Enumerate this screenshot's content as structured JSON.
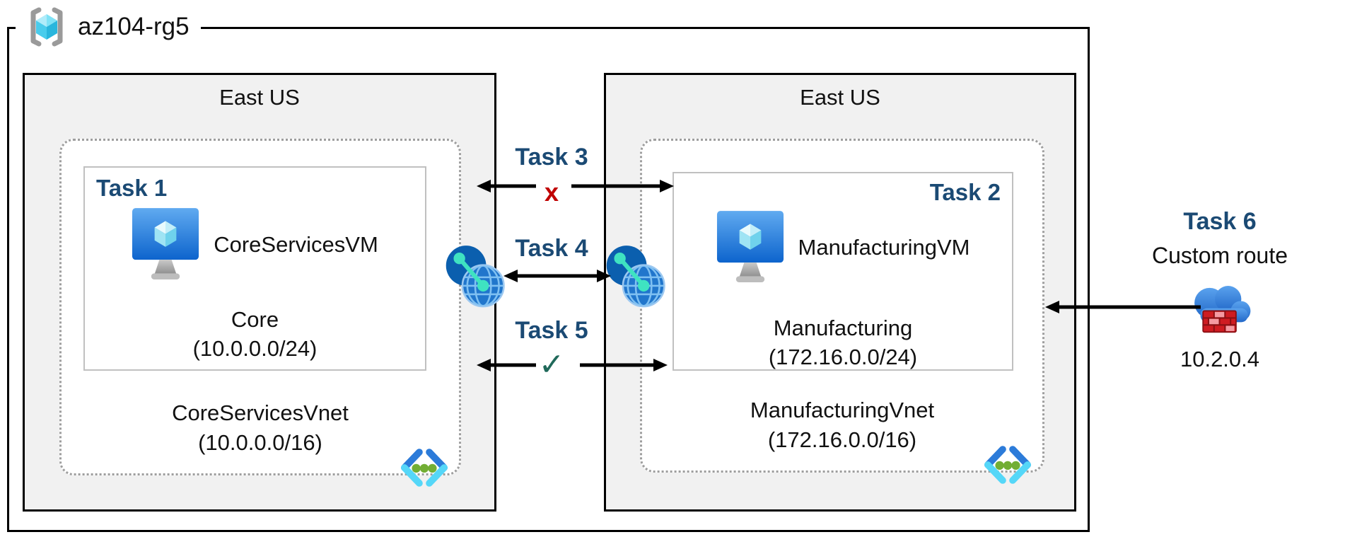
{
  "title": {
    "resource_group": "az104-rg5"
  },
  "regions": [
    {
      "name": "East US",
      "subnet": {
        "task": "Task 1",
        "vm": "CoreServicesVM",
        "name": "Core",
        "cidr": "(10.0.0.0/24)"
      },
      "vnet": {
        "name": "CoreServicesVnet",
        "cidr": "(10.0.0.0/16)"
      }
    },
    {
      "name": "East US",
      "subnet": {
        "task": "Task 2",
        "vm": "ManufacturingVM",
        "name": "Manufacturing",
        "cidr": "(172.16.0.0/24)"
      },
      "vnet": {
        "name": "ManufacturingVnet",
        "cidr": "(172.16.0.0/16)"
      }
    }
  ],
  "connections": [
    {
      "label": "Task 3",
      "symbol": "x"
    },
    {
      "label": "Task 4",
      "symbol": ""
    },
    {
      "label": "Task 5",
      "symbol": "✓"
    }
  ],
  "custom_route": {
    "label": "Task 6",
    "name": "Custom route",
    "ip": "10.2.0.4"
  },
  "colors": {
    "task_label": "#1b4a74",
    "blocked_x": "#c00000",
    "allowed_check": "#20695a",
    "region_fill": "#f1f1f1",
    "arrow": "#000000"
  }
}
